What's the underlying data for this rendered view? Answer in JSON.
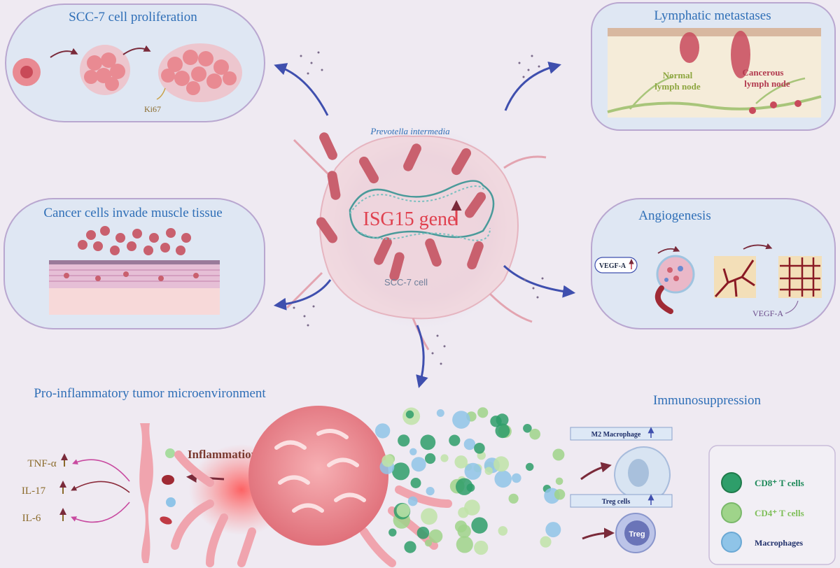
{
  "colors": {
    "background": "#efeaf2",
    "panel_fill": "#dfe7f3",
    "panel_stroke": "#b9a7d0",
    "title_blue": "#2f6fb7",
    "arrow_blue": "#3f4fae",
    "bacteria": "#c9606e",
    "cell_pink": "#e79aa2",
    "isg_red": "#e0414f"
  },
  "panels": {
    "proliferation": {
      "title": "SCC-7 cell proliferation",
      "label": "Ki67"
    },
    "lymphatic": {
      "title": "Lymphatic metastases",
      "normal": [
        "Normal",
        "lymph node"
      ],
      "cancerous": [
        "Cancerous",
        "lymph node"
      ]
    },
    "invasion": {
      "title": "Cancer cells invade muscle tissue"
    },
    "angiogenesis": {
      "title": "Angiogenesis",
      "vegf_box": "VEGF-A",
      "vegf_label": "VEGF-A"
    }
  },
  "center": {
    "species": "Prevotella intermedia",
    "gene": "ISG15 gene",
    "cell": "SCC-7 cell"
  },
  "microenvironment": {
    "title": "Pro-inflammatory tumor microenvironment",
    "inflammation": "Inflammation",
    "cytokines": [
      "TNF-α",
      "IL-17",
      "IL-6"
    ]
  },
  "immunosuppression": {
    "title": "Immunosuppression",
    "m2": "M2 Macrophage",
    "treg_box": "Treg cells",
    "treg_cell": "Treg"
  },
  "legend": [
    {
      "label": "CD8⁺ T cells",
      "color": "#2e9e6a"
    },
    {
      "label": "CD4⁺ T cells",
      "color": "#9fd48a"
    },
    {
      "label": "Macrophages",
      "color": "#8fc4e8"
    }
  ],
  "icons": [
    "up-arrow-icon",
    "curved-arrow-icon",
    "dna-helix-icon",
    "bacteria-icon"
  ]
}
